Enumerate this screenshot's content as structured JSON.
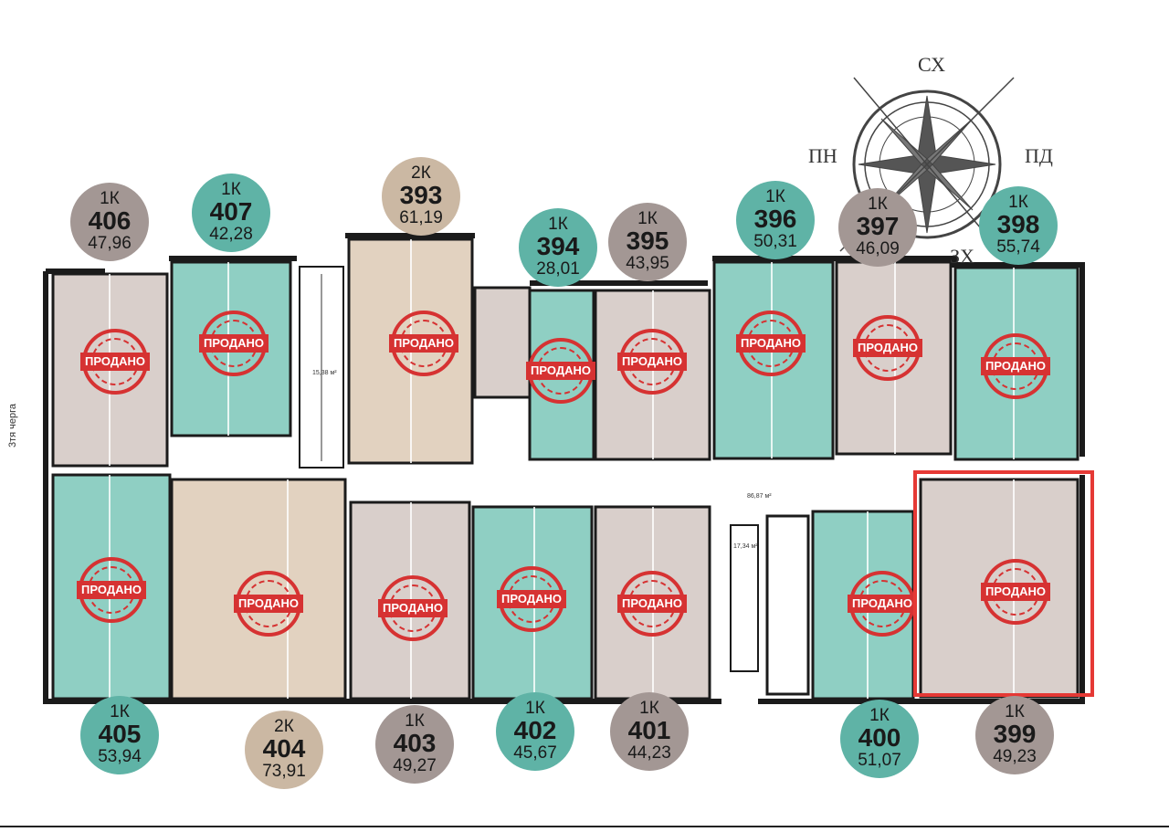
{
  "compass": {
    "north": "СХ",
    "west": "ПН",
    "east": "ПД",
    "south": "ЗХ"
  },
  "side_label": "3тя черга",
  "sold_label": "ПРОДАНО",
  "apartments": [
    {
      "id": "406",
      "type": "1К",
      "number": "406",
      "area": "47,96",
      "color": "mauve"
    },
    {
      "id": "407",
      "type": "1К",
      "number": "407",
      "area": "42,28",
      "color": "teal"
    },
    {
      "id": "393",
      "type": "2К",
      "number": "393",
      "area": "61,19",
      "color": "beige"
    },
    {
      "id": "394",
      "type": "1К",
      "number": "394",
      "area": "28,01",
      "color": "teal"
    },
    {
      "id": "395",
      "type": "1К",
      "number": "395",
      "area": "43,95",
      "color": "mauve"
    },
    {
      "id": "396",
      "type": "1К",
      "number": "396",
      "area": "50,31",
      "color": "teal"
    },
    {
      "id": "397",
      "type": "1К",
      "number": "397",
      "area": "46,09",
      "color": "mauve"
    },
    {
      "id": "398",
      "type": "1К",
      "number": "398",
      "area": "55,74",
      "color": "teal"
    },
    {
      "id": "405",
      "type": "1К",
      "number": "405",
      "area": "53,94",
      "color": "teal"
    },
    {
      "id": "404",
      "type": "2К",
      "number": "404",
      "area": "73,91",
      "color": "beige"
    },
    {
      "id": "403",
      "type": "1К",
      "number": "403",
      "area": "49,27",
      "color": "mauve"
    },
    {
      "id": "402",
      "type": "1К",
      "number": "402",
      "area": "45,67",
      "color": "teal"
    },
    {
      "id": "401",
      "type": "1К",
      "number": "401",
      "area": "44,23",
      "color": "mauve"
    },
    {
      "id": "400",
      "type": "1К",
      "number": "400",
      "area": "51,07",
      "color": "teal"
    },
    {
      "id": "399",
      "type": "1К",
      "number": "399",
      "area": "49,23",
      "color": "mauve"
    }
  ],
  "selected_apartment": "399",
  "corridor_area": "86,87 м²",
  "stair_area": "15,38 м²",
  "lift_area": "17,34 м²",
  "colors": {
    "teal": "#5fb3a6",
    "mauve": "#a39794",
    "beige": "#cbb8a3",
    "sold": "#d63232",
    "selection": "#e53935"
  }
}
